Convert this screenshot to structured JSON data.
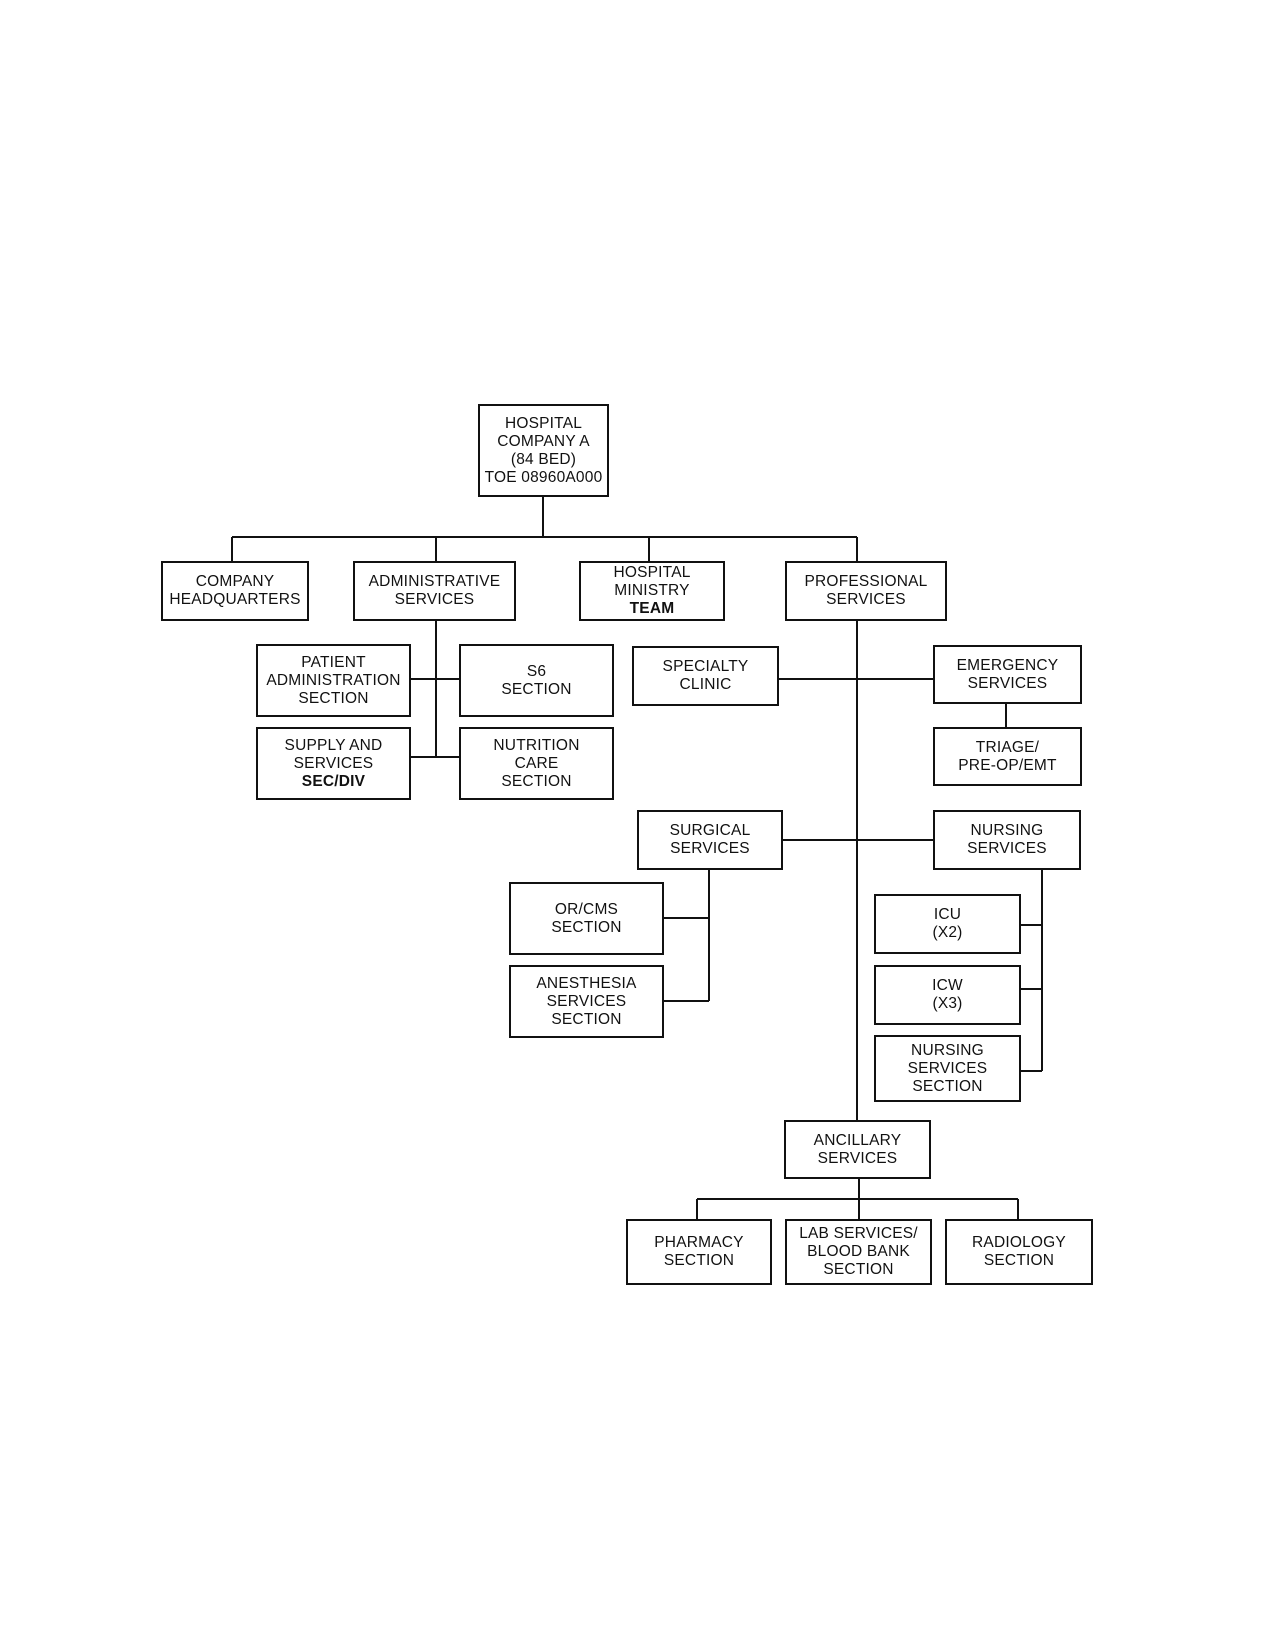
{
  "diagram": {
    "root": {
      "lines": [
        "HOSPITAL",
        "COMPANY A",
        "(84 BED)",
        "TOE 08960A000"
      ]
    },
    "company_headquarters": {
      "lines": [
        "COMPANY",
        "HEADQUARTERS"
      ]
    },
    "administrative_services": {
      "lines": [
        "ADMINISTRATIVE",
        "SERVICES"
      ]
    },
    "hospital_ministry_team": {
      "lines": [
        "HOSPITAL",
        "MINISTRY",
        "TEAM"
      ]
    },
    "professional_services": {
      "lines": [
        "PROFESSIONAL",
        "SERVICES"
      ]
    },
    "patient_administration_section": {
      "lines": [
        "PATIENT",
        "ADMINISTRATION",
        "SECTION"
      ]
    },
    "s6_section": {
      "lines": [
        "S6",
        "SECTION"
      ]
    },
    "supply_and_services": {
      "lines": [
        "SUPPLY AND",
        "SERVICES",
        "SEC/DIV"
      ]
    },
    "nutrition_care_section": {
      "lines": [
        "NUTRITION",
        "CARE",
        "SECTION"
      ]
    },
    "specialty_clinic": {
      "lines": [
        "SPECIALTY",
        "CLINIC"
      ]
    },
    "emergency_services": {
      "lines": [
        "EMERGENCY",
        "SERVICES"
      ]
    },
    "triage": {
      "lines": [
        "TRIAGE/",
        "PRE-OP/EMT"
      ]
    },
    "surgical_services": {
      "lines": [
        "SURGICAL",
        "SERVICES"
      ]
    },
    "nursing_services": {
      "lines": [
        "NURSING",
        "SERVICES"
      ]
    },
    "or_cms_section": {
      "lines": [
        "OR/CMS",
        "SECTION"
      ]
    },
    "anesthesia_services_section": {
      "lines": [
        "ANESTHESIA",
        "SERVICES",
        "SECTION"
      ]
    },
    "icu": {
      "lines": [
        "ICU",
        "(X2)"
      ]
    },
    "icw": {
      "lines": [
        "ICW",
        "(X3)"
      ]
    },
    "nursing_services_section": {
      "lines": [
        "NURSING",
        "SERVICES",
        "SECTION"
      ]
    },
    "ancillary_services": {
      "lines": [
        "ANCILLARY",
        "SERVICES"
      ]
    },
    "pharmacy_section": {
      "lines": [
        "PHARMACY",
        "SECTION"
      ]
    },
    "lab_services": {
      "lines": [
        "LAB SERVICES/",
        "BLOOD BANK",
        "SECTION"
      ]
    },
    "radiology_section": {
      "lines": [
        "RADIOLOGY",
        "SECTION"
      ]
    }
  }
}
